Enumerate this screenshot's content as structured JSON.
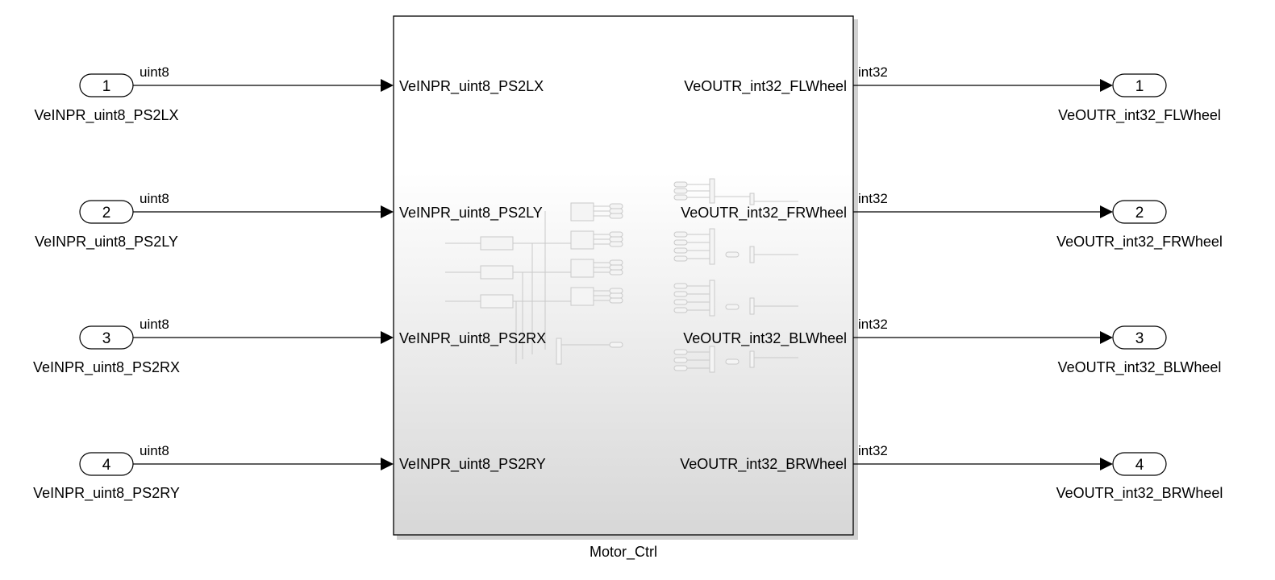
{
  "subsystem": {
    "name": "Motor_Ctrl",
    "inputs": [
      {
        "label": "VeINPR_uint8_PS2LX"
      },
      {
        "label": "VeINPR_uint8_PS2LY"
      },
      {
        "label": "VeINPR_uint8_PS2RX"
      },
      {
        "label": "VeINPR_uint8_PS2RY"
      }
    ],
    "outputs": [
      {
        "label": "VeOUTR_int32_FLWheel"
      },
      {
        "label": "VeOUTR_int32_FRWheel"
      },
      {
        "label": "VeOUTR_int32_BLWheel"
      },
      {
        "label": "VeOUTR_int32_BRWheel"
      }
    ]
  },
  "inports": [
    {
      "number": "1",
      "name": "VeINPR_uint8_PS2LX",
      "signal_type": "uint8"
    },
    {
      "number": "2",
      "name": "VeINPR_uint8_PS2LY",
      "signal_type": "uint8"
    },
    {
      "number": "3",
      "name": "VeINPR_uint8_PS2RX",
      "signal_type": "uint8"
    },
    {
      "number": "4",
      "name": "VeINPR_uint8_PS2RY",
      "signal_type": "uint8"
    }
  ],
  "outports": [
    {
      "number": "1",
      "name": "VeOUTR_int32_FLWheel",
      "signal_type": "int32"
    },
    {
      "number": "2",
      "name": "VeOUTR_int32_FRWheel",
      "signal_type": "int32"
    },
    {
      "number": "3",
      "name": "VeOUTR_int32_BLWheel",
      "signal_type": "int32"
    },
    {
      "number": "4",
      "name": "VeOUTR_int32_BRWheel",
      "signal_type": "int32"
    }
  ]
}
